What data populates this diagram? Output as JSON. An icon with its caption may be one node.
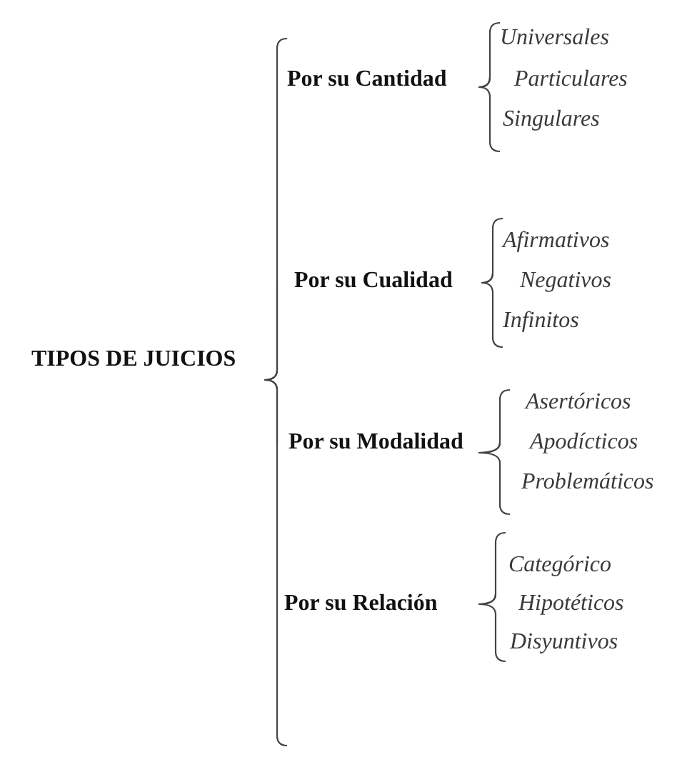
{
  "diagram": {
    "nodes": [
      {
        "text": [
          "TIPOS DE JUICIOS"
        ]
      },
      {
        "text": [
          "Por su Cantidad"
        ]
      },
      {
        "text": [
          "Universales"
        ]
      },
      {
        "text": [
          "Particulares"
        ]
      },
      {
        "text": [
          "Singulares"
        ]
      },
      {
        "text": [
          "Por su Cualidad"
        ]
      },
      {
        "text": [
          "Afirmativos"
        ]
      },
      {
        "text": [
          "Negativos"
        ]
      },
      {
        "text": [
          "Infinitos"
        ]
      },
      {
        "text": [
          "Por su Modalidad"
        ]
      },
      {
        "text": [
          "Asertóricos"
        ]
      },
      {
        "text": [
          "Apodícticos"
        ]
      },
      {
        "text": [
          "Problemáticos"
        ]
      },
      {
        "text": [
          "Por su Relación"
        ]
      },
      {
        "text": [
          "Categórico"
        ]
      },
      {
        "text": [
          "Hipotéticos"
        ]
      },
      {
        "text": [
          "Disyuntivos"
        ]
      }
    ],
    "edges": [
      {
        "from": 0,
        "to": 1,
        "arrow": "none"
      },
      {
        "from": 0,
        "to": 5,
        "arrow": "none"
      },
      {
        "from": 0,
        "to": 9,
        "arrow": "none"
      },
      {
        "from": 0,
        "to": 13,
        "arrow": "none"
      },
      {
        "from": 1,
        "to": 2,
        "arrow": "none"
      },
      {
        "from": 1,
        "to": 3,
        "arrow": "none"
      },
      {
        "from": 1,
        "to": 4,
        "arrow": "none"
      },
      {
        "from": 5,
        "to": 6,
        "arrow": "none"
      },
      {
        "from": 5,
        "to": 7,
        "arrow": "none"
      },
      {
        "from": 5,
        "to": 8,
        "arrow": "none"
      },
      {
        "from": 9,
        "to": 10,
        "arrow": "none"
      },
      {
        "from": 9,
        "to": 11,
        "arrow": "none"
      },
      {
        "from": 9,
        "to": 12,
        "arrow": "none"
      },
      {
        "from": 13,
        "to": 14,
        "arrow": "none"
      },
      {
        "from": 13,
        "to": 15,
        "arrow": "none"
      },
      {
        "from": 13,
        "to": 16,
        "arrow": "none"
      }
    ]
  }
}
